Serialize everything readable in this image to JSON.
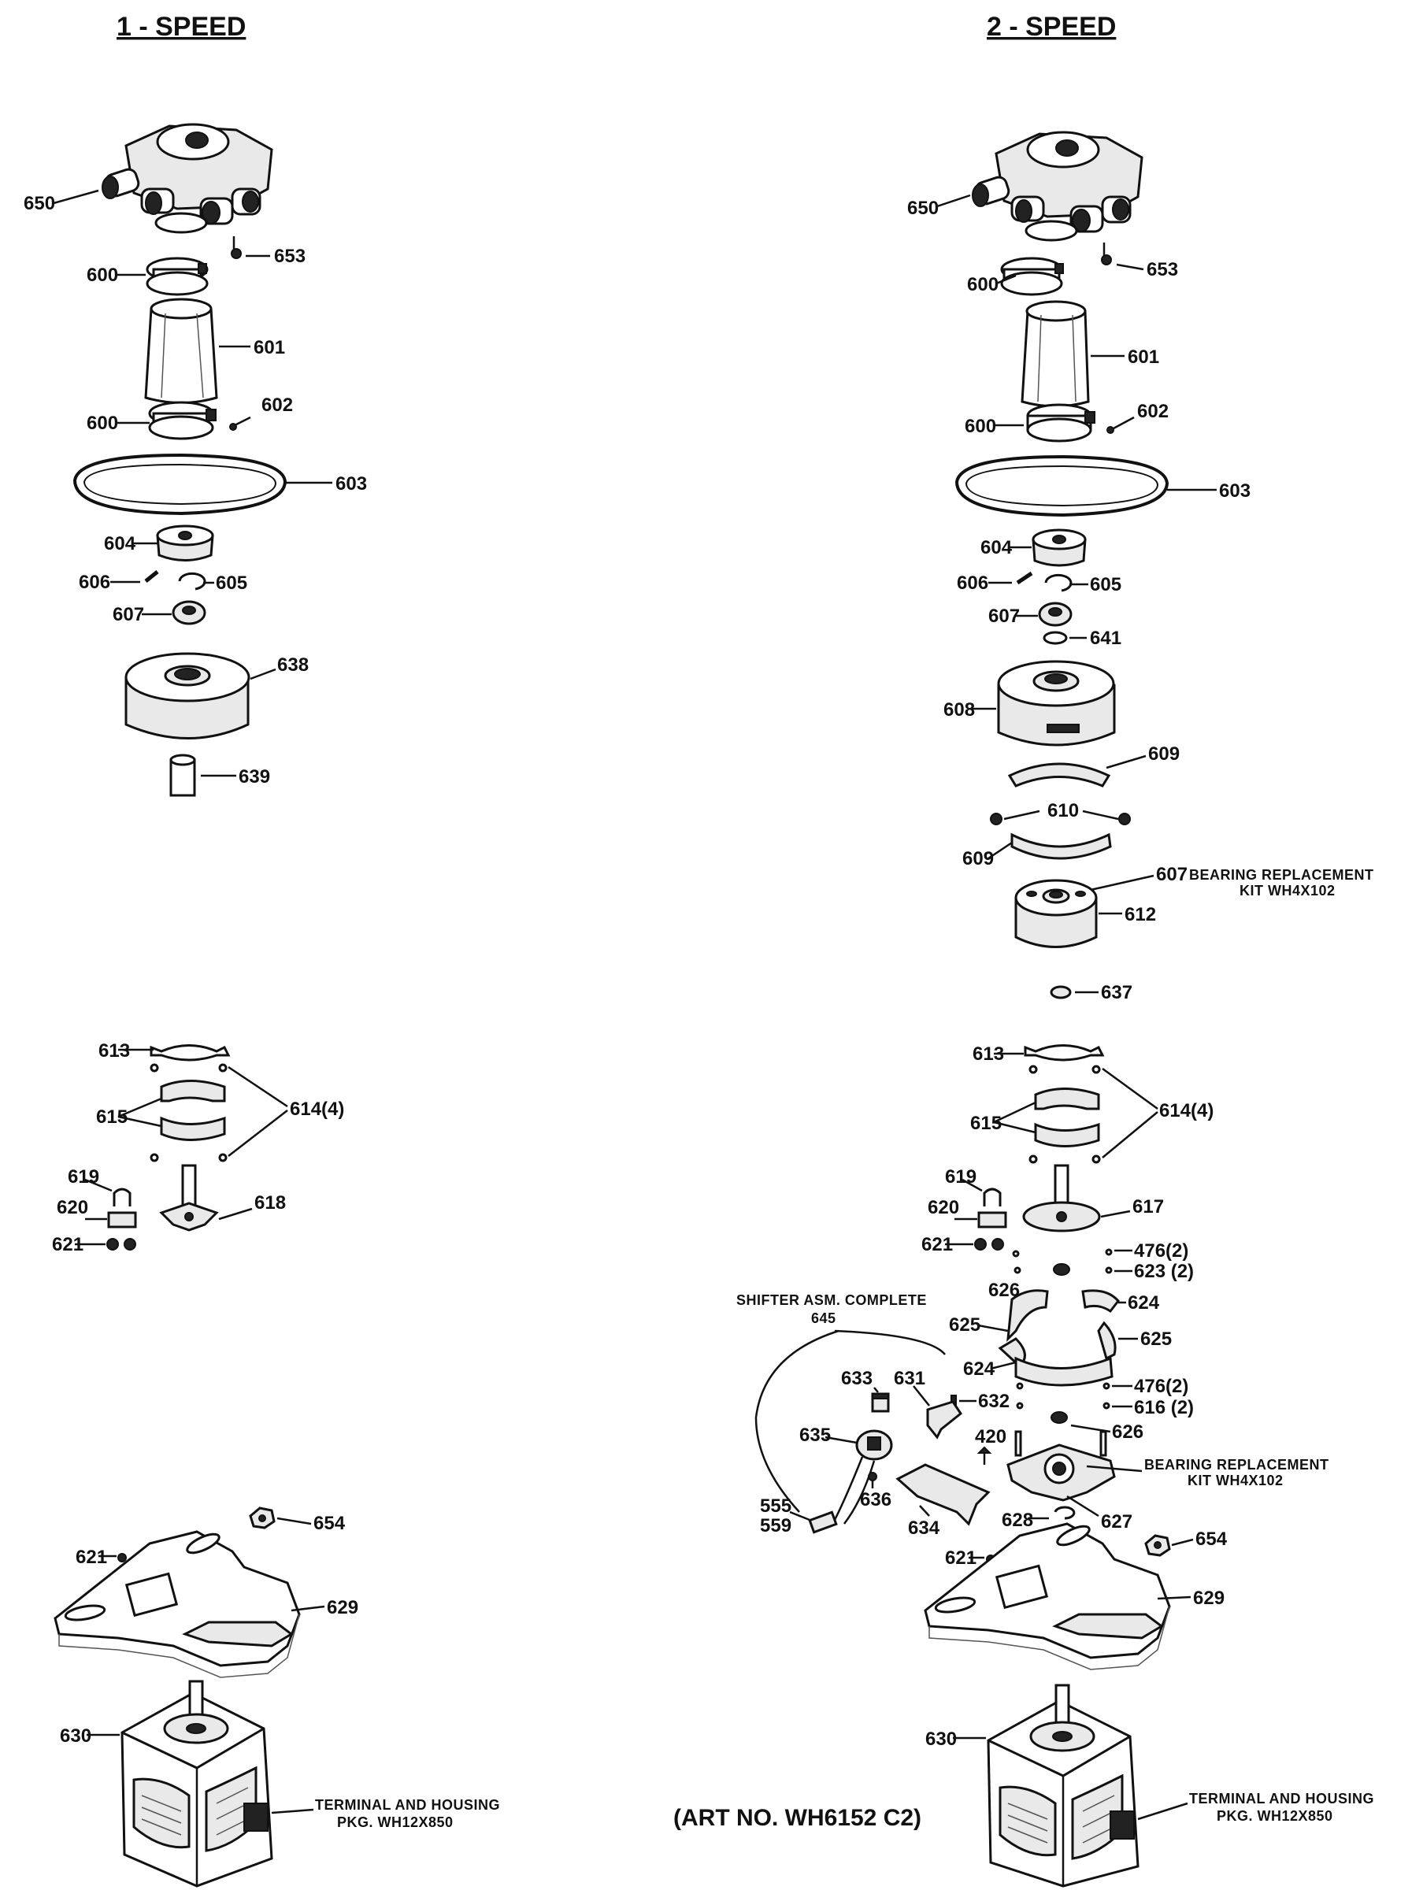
{
  "headings": {
    "left": "1 - SPEED",
    "right": "2 - SPEED"
  },
  "art_number": "(ART NO. WH6152 C2)",
  "shifter": {
    "title": "SHIFTER ASM. COMPLETE",
    "number": "645"
  },
  "notes": {
    "bearing_kit_607_line1": "BEARING REPLACEMENT",
    "bearing_kit_607_line2": "KIT WH4X102",
    "bearing_kit_627_line1": "BEARING REPLACEMENT",
    "bearing_kit_627_line2": "KIT WH4X102",
    "terminal_left_line1": "TERMINAL AND HOUSING",
    "terminal_left_line2": "PKG. WH12X850",
    "terminal_right_line1": "TERMINAL AND HOUSING",
    "terminal_right_line2": "PKG. WH12X850"
  },
  "left_labels": {
    "p650": "650",
    "p653": "653",
    "p600a": "600",
    "p601": "601",
    "p600b": "600",
    "p602": "602",
    "p603": "603",
    "p604": "604",
    "p606": "606",
    "p605": "605",
    "p607": "607",
    "p638": "638",
    "p639": "639",
    "p613": "613",
    "p615": "615",
    "p614": "614(4)",
    "p619": "619",
    "p620": "620",
    "p621a": "621",
    "p618": "618",
    "p654": "654",
    "p621b": "621",
    "p629": "629",
    "p630": "630"
  },
  "right_labels": {
    "p650": "650",
    "p653": "653",
    "p600a": "600",
    "p601": "601",
    "p600b": "600",
    "p602": "602",
    "p603": "603",
    "p604": "604",
    "p606": "606",
    "p605": "605",
    "p607": "607",
    "p641": "641",
    "p608": "608",
    "p609a": "609",
    "p610": "610",
    "p609b": "609",
    "p607b": "607",
    "p612": "612",
    "p637": "637",
    "p613": "613",
    "p615": "615",
    "p614": "614(4)",
    "p619": "619",
    "p620": "620",
    "p617": "617",
    "p621a": "621",
    "p476a": "476(2)",
    "p623": "623 (2)",
    "p626a": "626",
    "p624a": "624",
    "p625a": "625",
    "p625b": "625",
    "p624b": "624",
    "p476b": "476(2)",
    "p632": "632",
    "p616": "616 (2)",
    "p626b": "626",
    "p633": "633",
    "p631": "631",
    "p635": "635",
    "p420": "420",
    "p636": "636",
    "p555": "555",
    "p559": "559",
    "p634": "634",
    "p628": "628",
    "p627": "627",
    "p621b": "621",
    "p654": "654",
    "p629": "629",
    "p630": "630"
  }
}
